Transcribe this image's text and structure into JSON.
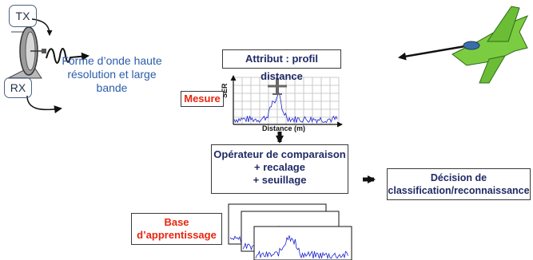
{
  "tx_label": "TX",
  "rx_label": "RX",
  "waveform_caption": "Forme d’onde haute résolution et large bande",
  "attribute_title": "Attribut : profil distance",
  "measure_label": "Mesure",
  "plot": {
    "ylabel": "SER",
    "xlabel": "Distance (m)"
  },
  "operator": {
    "line1": "Opérateur de comparaison",
    "line2": "+ recalage",
    "line3": "+ seuillage"
  },
  "decision": {
    "line1": "Décision de",
    "line2": "classification/reconnaissance"
  },
  "database": {
    "line1": "Base",
    "line2": "d’apprentissage"
  },
  "colors": {
    "navy": "#1f2a66",
    "red": "#e8250e",
    "caption_blue": "#2b5da8",
    "signal_blue": "#1a22cc",
    "jet_green": "#7ccc42"
  }
}
